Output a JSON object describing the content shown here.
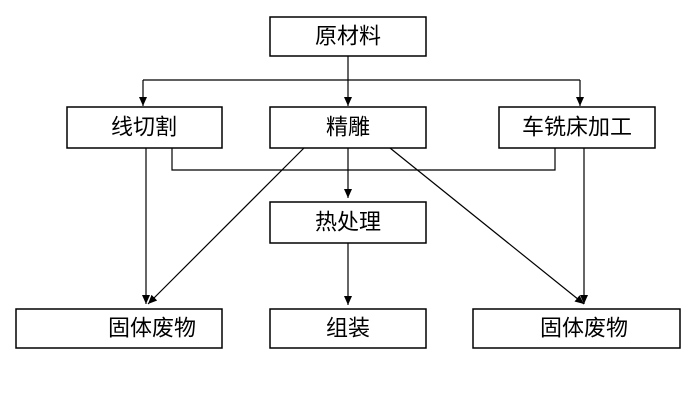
{
  "diagram": {
    "nodes": [
      {
        "id": "raw",
        "label": "原材料"
      },
      {
        "id": "wire",
        "label": "线切割"
      },
      {
        "id": "finish",
        "label": "精雕"
      },
      {
        "id": "lathe",
        "label": "车铣床加工"
      },
      {
        "id": "heat",
        "label": "热处理"
      },
      {
        "id": "wasteL",
        "label": "固体废物"
      },
      {
        "id": "assembly",
        "label": "组装"
      },
      {
        "id": "wasteR",
        "label": "固体废物"
      }
    ],
    "edges": [
      {
        "from": "raw",
        "to": "wire"
      },
      {
        "from": "raw",
        "to": "finish"
      },
      {
        "from": "raw",
        "to": "lathe"
      },
      {
        "from": "finish",
        "to": "heat"
      },
      {
        "from": "wire",
        "to": "wasteL"
      },
      {
        "from": "finish",
        "to": "wasteL"
      },
      {
        "from": "heat",
        "to": "assembly"
      },
      {
        "from": "finish",
        "to": "wasteR"
      },
      {
        "from": "lathe",
        "to": "wasteR"
      },
      {
        "from": "wire",
        "to": "heat",
        "style": "joined-bus"
      },
      {
        "from": "lathe",
        "to": "heat",
        "style": "joined-bus"
      }
    ]
  }
}
